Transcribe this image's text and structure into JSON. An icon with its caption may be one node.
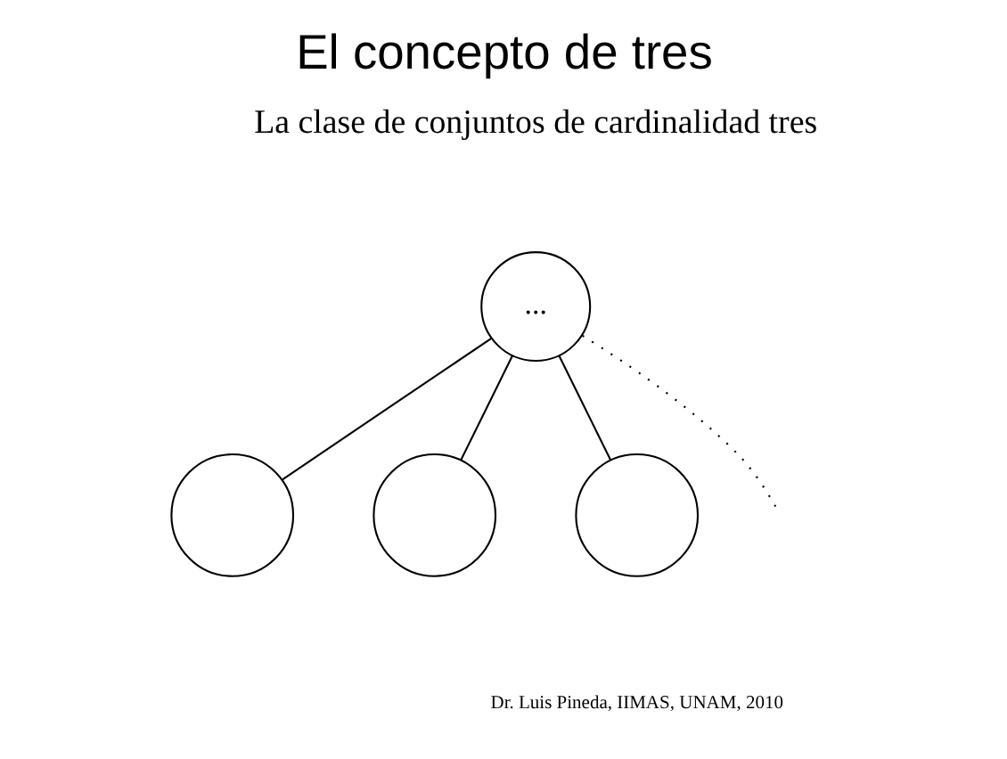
{
  "diagram": {
    "title": "El concepto de tres",
    "nodes": [
      {
        "text": [
          "..."
        ]
      },
      {
        "text": [],
        "shape": "circle"
      },
      {
        "text": [],
        "shape": "circle"
      },
      {
        "text": [],
        "shape": "circle"
      }
    ],
    "edges": [
      {
        "from": 0,
        "to": 1,
        "arrow": "none"
      },
      {
        "from": 0,
        "to": 2,
        "arrow": "none"
      },
      {
        "from": 0,
        "to": 3,
        "arrow": "none"
      },
      {
        "from": 0,
        "to": null,
        "arrow": "none",
        "style": "dashed"
      }
    ],
    "labels": [
      "La clase de conjuntos de cardinalidad tres",
      "Dr. Luis Pineda, IIMAS, UNAM, 2010"
    ]
  }
}
